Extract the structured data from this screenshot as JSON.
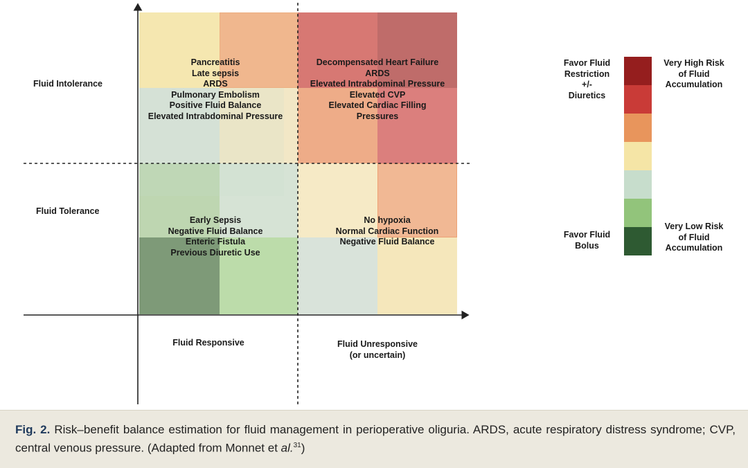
{
  "colors": {
    "very_high": "#951e1e",
    "high": "#c93b37",
    "medium": "#e8955c",
    "low_medium": "#f5e5a6",
    "low": "#c7ddcc",
    "very_low": "#92c47b",
    "lowest": "#2e5a32"
  },
  "row_labels": {
    "top": "Fluid Intolerance",
    "bottom": "Fluid Tolerance"
  },
  "col_labels": {
    "left": "Fluid Responsive",
    "right_line1": "Fluid Unresponsive",
    "right_line2": "(or uncertain)"
  },
  "quadrants": {
    "top_left": [
      "Pancreatitis",
      "Late sepsis",
      "ARDS",
      "Pulmonary Embolism",
      "Positive Fluid Balance",
      "Elevated Intrabdominal Pressure"
    ],
    "top_right": [
      "Decompensated Heart Failure",
      "ARDS",
      "Elevated Intrabdominal Pressure",
      "Elevated CVP",
      "Elevated Cardiac Filling",
      "Pressures"
    ],
    "bottom_left": [
      "Early Sepsis",
      "Negative Fluid Balance",
      "Enteric Fistula",
      "Previous Diuretic Use"
    ],
    "bottom_right": [
      "No hypoxia",
      "Normal Cardiac Function",
      "Negative Fluid Balance"
    ]
  },
  "legend": {
    "top_left": [
      "Favor Fluid",
      "Restriction",
      "+/-",
      "Diuretics"
    ],
    "top_right": [
      "Very High Risk",
      "of Fluid",
      "Accumulation"
    ],
    "bottom_left": [
      "Favor Fluid",
      "Bolus"
    ],
    "bottom_right": [
      "Very Low Risk",
      "of Fluid",
      "Accumulation"
    ]
  },
  "caption": {
    "fig_number": "Fig. 2.",
    "text": "Risk–benefit balance estimation for fluid management in perioperative oliguria. ARDS, acute respiratory distress syndrome; CVP, central venous pressure. (Adapted from Monnet et ",
    "italic": "al.",
    "ref": "31",
    "close": ")"
  }
}
